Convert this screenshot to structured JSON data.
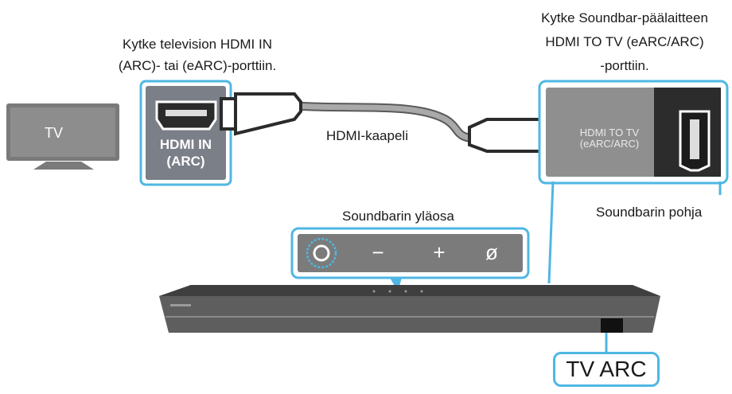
{
  "tv": {
    "label": "TV"
  },
  "tv_port_callout": {
    "instruction_line1": "Kytke television HDMI IN",
    "instruction_line2": "(ARC)- tai (eARC)-porttiin.",
    "port_label_line1": "HDMI IN",
    "port_label_line2": "(ARC)"
  },
  "cable": {
    "label": "HDMI-kaapeli"
  },
  "soundbar_port_callout": {
    "instruction_line1": "Kytke Soundbar-päälaitteen",
    "instruction_line2": "HDMI TO TV (eARC/ARC)",
    "instruction_line3": "-porttiin.",
    "port_label_line1": "HDMI TO TV",
    "port_label_line2": "(eARC/ARC)",
    "caption": "Soundbarin pohja"
  },
  "soundbar_top": {
    "caption": "Soundbarin yläosa",
    "buttons": [
      {
        "name": "power",
        "glyph": ""
      },
      {
        "name": "volume-down",
        "glyph": "−"
      },
      {
        "name": "volume-up",
        "glyph": "+"
      },
      {
        "name": "source",
        "glyph": "ø"
      }
    ]
  },
  "soundbar": {
    "port_badge": "TV ARC"
  },
  "colors": {
    "accent": "#4fb7e3",
    "panel_gray": "#8c8c8c",
    "tv_gray": "#7a7a7a",
    "cable_gray": "#9a9a9a"
  }
}
